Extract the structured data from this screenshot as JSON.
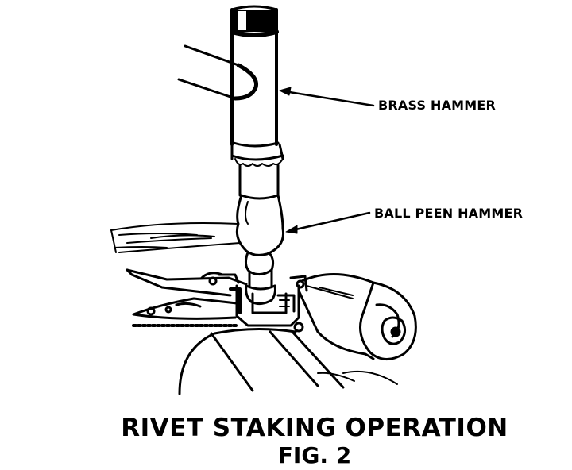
{
  "callouts": {
    "brass_hammer": "BRASS HAMMER",
    "ball_peen_hammer": "BALL PEEN HAMMER"
  },
  "caption": {
    "title": "RIVET STAKING OPERATION",
    "figure": "FIG. 2"
  },
  "colors": {
    "ink": "#000000",
    "paper": "#ffffff"
  }
}
